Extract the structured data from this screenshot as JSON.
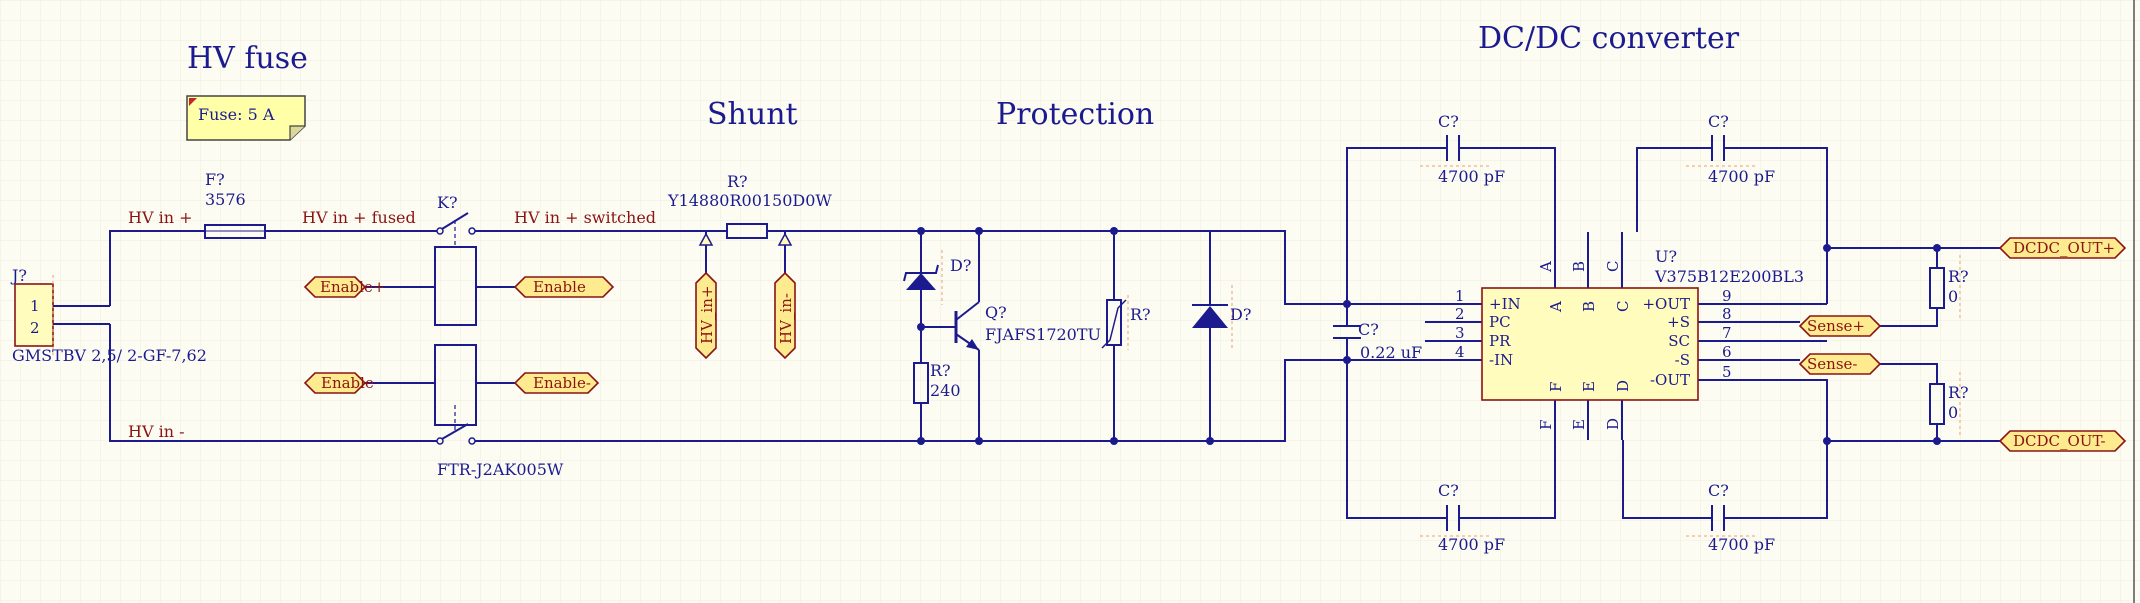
{
  "headings": {
    "hv_fuse": "HV fuse",
    "shunt": "Shunt",
    "protection": "Protection",
    "dcdc": "DC/DC converter"
  },
  "note": {
    "text": "Fuse: 5 A"
  },
  "connector": {
    "designator": "J?",
    "comment": "GMSTBV 2,5/ 2-GF-7,62",
    "pins": [
      "1",
      "2"
    ]
  },
  "fuse": {
    "designator": "F?",
    "comment": "3576"
  },
  "relay": {
    "designator": "K?",
    "comment": "FTR-J2AK005W"
  },
  "shunt_res": {
    "designator": "R?",
    "comment": "Y14880R00150D0W"
  },
  "zener": {
    "designator": "D?"
  },
  "transistor": {
    "designator": "Q?",
    "comment": "FJAFS1720TU"
  },
  "r_base": {
    "designator": "R?",
    "comment": "240"
  },
  "varistor": {
    "designator": "R?"
  },
  "tvs": {
    "designator": "D?"
  },
  "c_in": {
    "designator": "C?",
    "comment": "0.22 uF"
  },
  "c_top_left": {
    "designator": "C?",
    "comment": "4700 pF"
  },
  "c_top_right": {
    "designator": "C?",
    "comment": "4700 pF"
  },
  "c_bot_left": {
    "designator": "C?",
    "comment": "4700 pF"
  },
  "c_bot_right": {
    "designator": "C?",
    "comment": "4700 pF"
  },
  "r_top": {
    "designator": "R?",
    "comment": "0"
  },
  "r_bot": {
    "designator": "R?",
    "comment": "0"
  },
  "module": {
    "designator": "U?",
    "comment": "V375B12E200BL3",
    "left_pins": [
      {
        "num": "1",
        "name": "+IN"
      },
      {
        "num": "2",
        "name": "PC"
      },
      {
        "num": "3",
        "name": "PR"
      },
      {
        "num": "4",
        "name": "-IN"
      }
    ],
    "right_pins": [
      {
        "num": "9",
        "name": "+OUT"
      },
      {
        "num": "8",
        "name": "+S"
      },
      {
        "num": "7",
        "name": "SC"
      },
      {
        "num": "6",
        "name": "-S"
      },
      {
        "num": "5",
        "name": "-OUT"
      }
    ],
    "top_pins": [
      "A",
      "B",
      "C"
    ],
    "bottom_pins": [
      "F",
      "E",
      "D"
    ]
  },
  "nets": {
    "hv_in_plus": "HV in +",
    "hv_in_plus_fused": "HV in + fused",
    "hv_in_plus_switched": "HV in + switched",
    "hv_in_minus": "HV in -"
  },
  "ports": {
    "enable_plus": "Enable+",
    "enable_a": "Enable",
    "enable_b": "Enable",
    "enable_minus": "Enable-",
    "hv_in_p": "HV_in+",
    "hv_in_m": "HV_in-",
    "sense_plus": "Sense+",
    "sense_minus": "Sense-",
    "dcdc_out_plus": "DCDC_OUT+",
    "dcdc_out_minus": "DCDC_OUT-"
  }
}
